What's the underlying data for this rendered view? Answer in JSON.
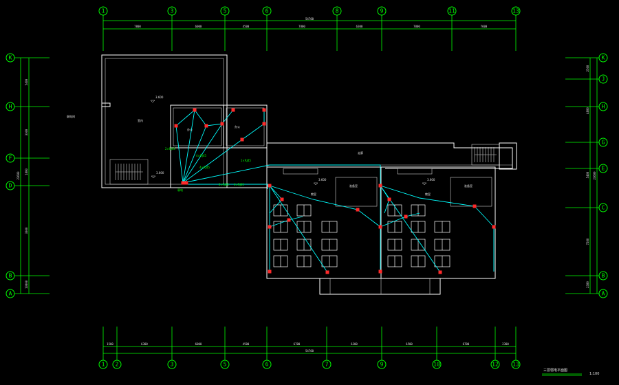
{
  "drawing": {
    "title": "三层弱电平面图",
    "scale": "1:100",
    "background": "#000000",
    "line_colors": {
      "axis": "#00ff00",
      "walls": "#ffffff",
      "cable": "#00ffff",
      "devices": "#ff2a2a"
    }
  },
  "top_axes": [
    "1",
    "3",
    "5",
    "6",
    "8",
    "9",
    "11",
    "13"
  ],
  "bottom_axes": [
    "1",
    "2",
    "3",
    "5",
    "6",
    "7",
    "9",
    "10",
    "12",
    "13"
  ],
  "left_axes": [
    "K",
    "H",
    "F",
    "D",
    "B",
    "A"
  ],
  "right_axes": [
    "K",
    "J",
    "H",
    "G",
    "E",
    "C",
    "B",
    "A"
  ],
  "top_dims": {
    "overall": "54700",
    "segments": [
      "7800",
      "6000",
      "4500",
      "7800",
      "6300",
      "7800",
      "7600"
    ]
  },
  "bottom_dims": {
    "overall": "54700",
    "segments": [
      "1500",
      "6300",
      "6000",
      "4500",
      "6700",
      "6300",
      "6500",
      "6700",
      "2300"
    ]
  },
  "left_dims": {
    "overall": "23600",
    "segments": [
      "5400",
      "3300",
      "1800",
      "3300",
      "10800",
      "2300"
    ]
  },
  "right_dims": {
    "overall": "23600",
    "segments": [
      "2500",
      "4800",
      "5400",
      "7200",
      "2300"
    ]
  },
  "rooms": [
    {
      "label": "室内",
      "kind": "large-room"
    },
    {
      "label": "办公",
      "kind": "office"
    },
    {
      "label": "办公",
      "kind": "office"
    },
    {
      "label": "走廊",
      "kind": "corridor"
    },
    {
      "label": "教室",
      "kind": "classroom"
    },
    {
      "label": "教室",
      "kind": "classroom"
    },
    {
      "label": "准备室",
      "kind": "prep"
    },
    {
      "label": "准备室",
      "kind": "prep"
    }
  ],
  "annotations": {
    "floor_note": "弱电间",
    "cable_tags": [
      "2×RJ45",
      "4×RJ45",
      "4×RJ45",
      "1×RJ45",
      "2×RJ45",
      "4×RJ45"
    ],
    "riser_label": "弱电",
    "level_marks": [
      "3.600",
      "3.600",
      "3.600",
      "3.600"
    ]
  }
}
